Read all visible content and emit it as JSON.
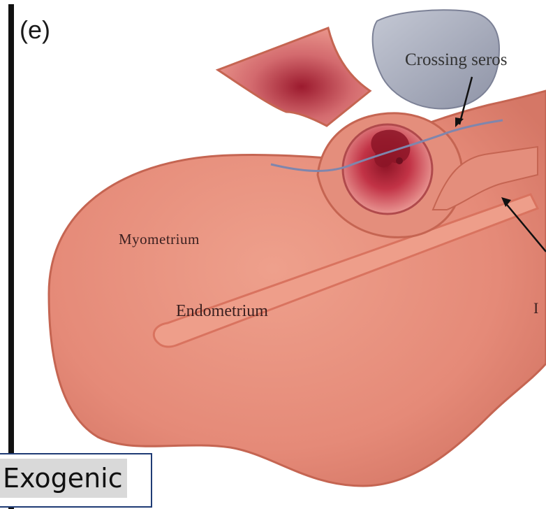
{
  "figure": {
    "panel_letter": "(e)",
    "labels": {
      "crossing_serosa": "Crossing seros",
      "myometrium": "Myometrium",
      "endometrium": "Endometrium",
      "right_edge": "I"
    },
    "overlay_tag": "Exogenic"
  },
  "colors": {
    "myometrium": "#e58a78",
    "myometrium_edge": "#c56552",
    "endometrium_line": "#d9735f",
    "lesion": "#c83a4a",
    "lesion_core": "#9b1b2c",
    "serosa_line": "#7f86ad",
    "grey_organ": "#a7abb9",
    "overlay_border": "#1f3b75",
    "overlay_fill": "#d9d9d9"
  }
}
